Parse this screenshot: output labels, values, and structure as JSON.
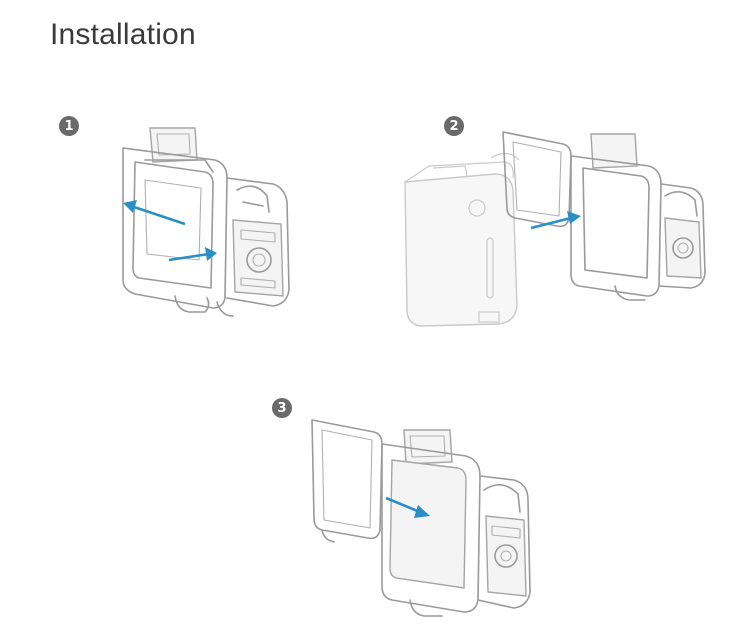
{
  "page": {
    "title": "Installation"
  },
  "steps": [
    {
      "number": "1"
    },
    {
      "number": "2"
    },
    {
      "number": "3"
    }
  ],
  "colors": {
    "arrow": "#2a8fc6",
    "line": "#9a9a9a",
    "title": "#3a3a3a",
    "badge": "#6a6a6a"
  },
  "icons": {
    "arrow": "blue-arrow-icon",
    "frame": "camera-frame-illustration",
    "camera": "action-camera-illustration"
  }
}
